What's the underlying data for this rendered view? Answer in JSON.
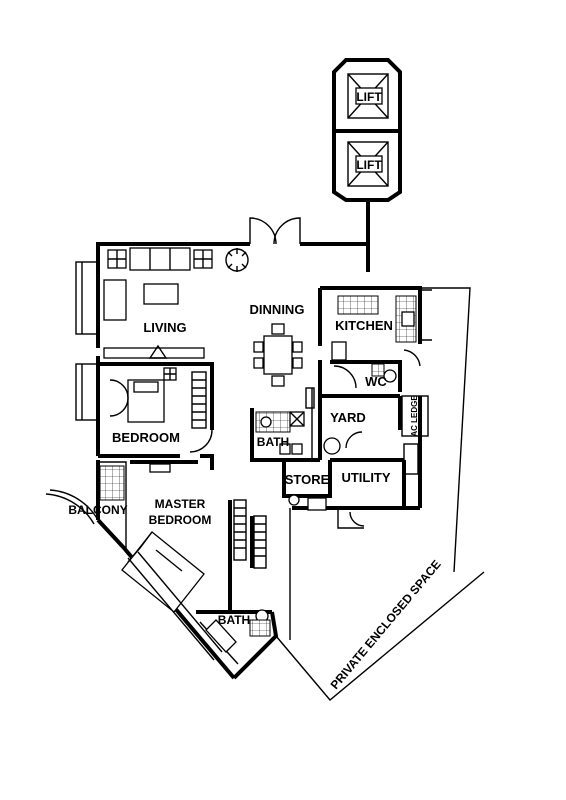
{
  "rooms": {
    "lift_1": "LIFT",
    "lift_2": "LIFT",
    "living": "LIVING",
    "dinning": "DINNING",
    "kitchen": "KITCHEN",
    "wc": "WC",
    "yard": "YARD",
    "ac_ledge": "AC LEDGE",
    "bath_common": "BATH",
    "store": "STORE",
    "utility": "UTILITY",
    "bedroom": "BEDROOM",
    "master_line1": "MASTER",
    "master_line2": "BEDROOM",
    "balcony": "BALCONY",
    "bath_master": "BATH",
    "private_enclosure": "PRIVATE ENCLOSED SPACE"
  }
}
